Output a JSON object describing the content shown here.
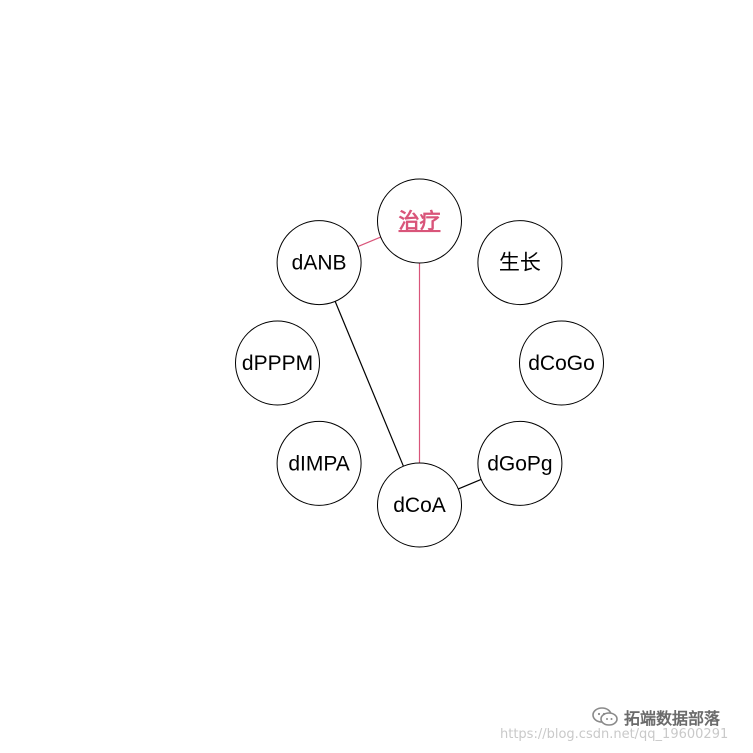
{
  "network": {
    "nodes": [
      {
        "id": "zhiliao",
        "label": "治疗",
        "highlighted": true
      },
      {
        "id": "shengzhang",
        "label": "生长",
        "highlighted": false
      },
      {
        "id": "dCoGo",
        "label": "dCoGo",
        "highlighted": false
      },
      {
        "id": "dGoPg",
        "label": "dGoPg",
        "highlighted": false
      },
      {
        "id": "dCoA",
        "label": "dCoA",
        "highlighted": false
      },
      {
        "id": "dIMPA",
        "label": "dIMPA",
        "highlighted": false
      },
      {
        "id": "dPPPM",
        "label": "dPPPM",
        "highlighted": false
      },
      {
        "id": "dANB",
        "label": "dANB",
        "highlighted": false
      }
    ],
    "edges": [
      {
        "from": "zhiliao",
        "to": "dANB",
        "color": "#d9557a"
      },
      {
        "from": "zhiliao",
        "to": "dCoA",
        "color": "#d9557a"
      },
      {
        "from": "dANB",
        "to": "dCoA",
        "color": "#000000"
      },
      {
        "from": "dCoA",
        "to": "dGoPg",
        "color": "#000000"
      }
    ],
    "highlight_color": "#d9557a",
    "node_border_color": "#000000"
  },
  "watermark": {
    "brand": "拓端数据部落",
    "url": "https://blog.csdn.net/qq_19600291",
    "icon": "wechat-icon"
  }
}
